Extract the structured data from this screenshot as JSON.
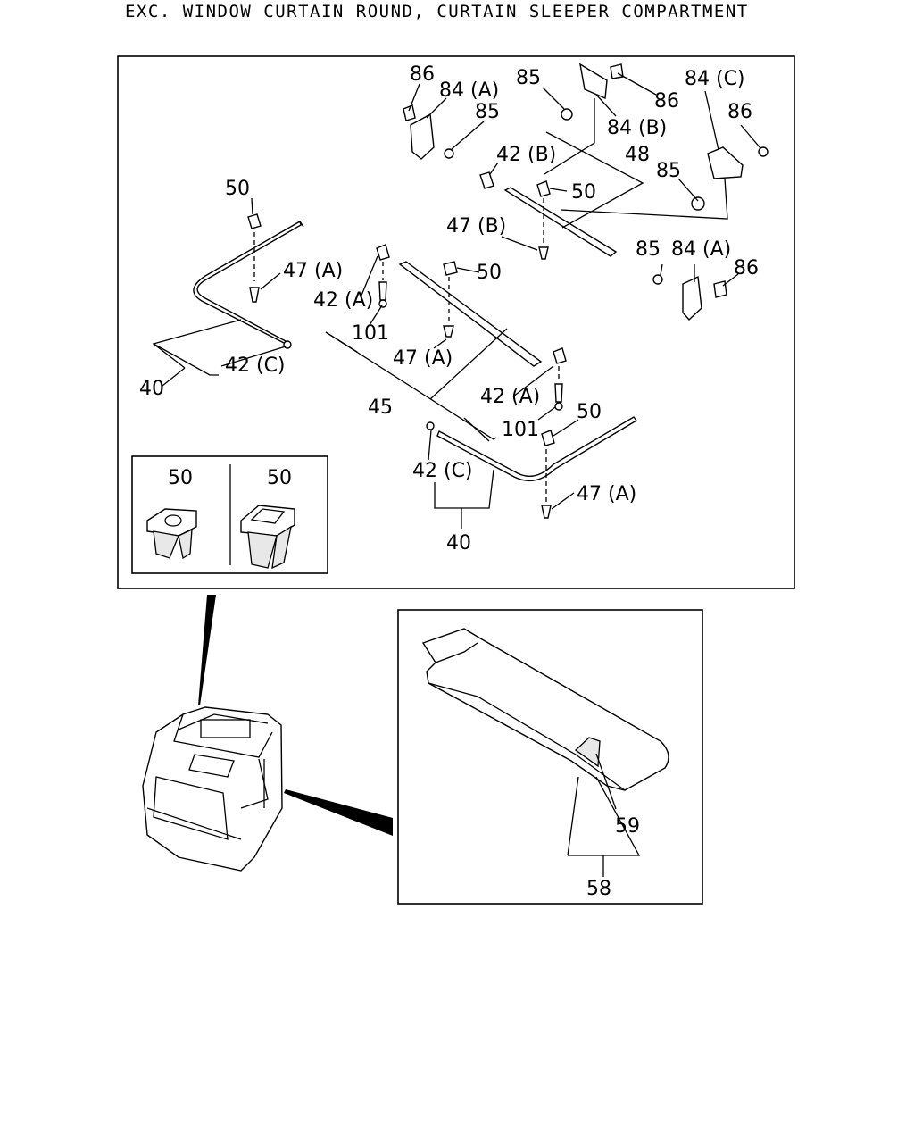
{
  "title": "EXC. WINDOW CURTAIN ROUND, CURTAIN SLEEPER COMPARTMENT",
  "callouts": {
    "c86a": "86",
    "c84Aa": "84 (A)",
    "c85a": "85",
    "c85b": "85",
    "c86b": "86",
    "c84B": "84 (B)",
    "c84C": "84 (C)",
    "c86c": "86",
    "c85c": "85",
    "c42Ba": "42 (B)",
    "c48": "48",
    "c50a": "50",
    "c47B": "47 (B)",
    "c85d": "85",
    "c84Ab": "84 (A)",
    "c86d": "86",
    "c50b": "50",
    "c47Aa": "47 (A)",
    "c42Aa": "42 (A)",
    "c50c": "50",
    "c101a": "101",
    "c47Ab": "47 (A)",
    "c42Ca": "42 (C)",
    "c40a": "40",
    "c45": "45",
    "c42Ab": "42 (A)",
    "c101b": "101",
    "c50d": "50",
    "c42Cb": "42 (C)",
    "c47Ac": "47 (A)",
    "c40b": "40",
    "c50e": "50",
    "c50f": "50",
    "c59": "59",
    "c58": "58"
  }
}
